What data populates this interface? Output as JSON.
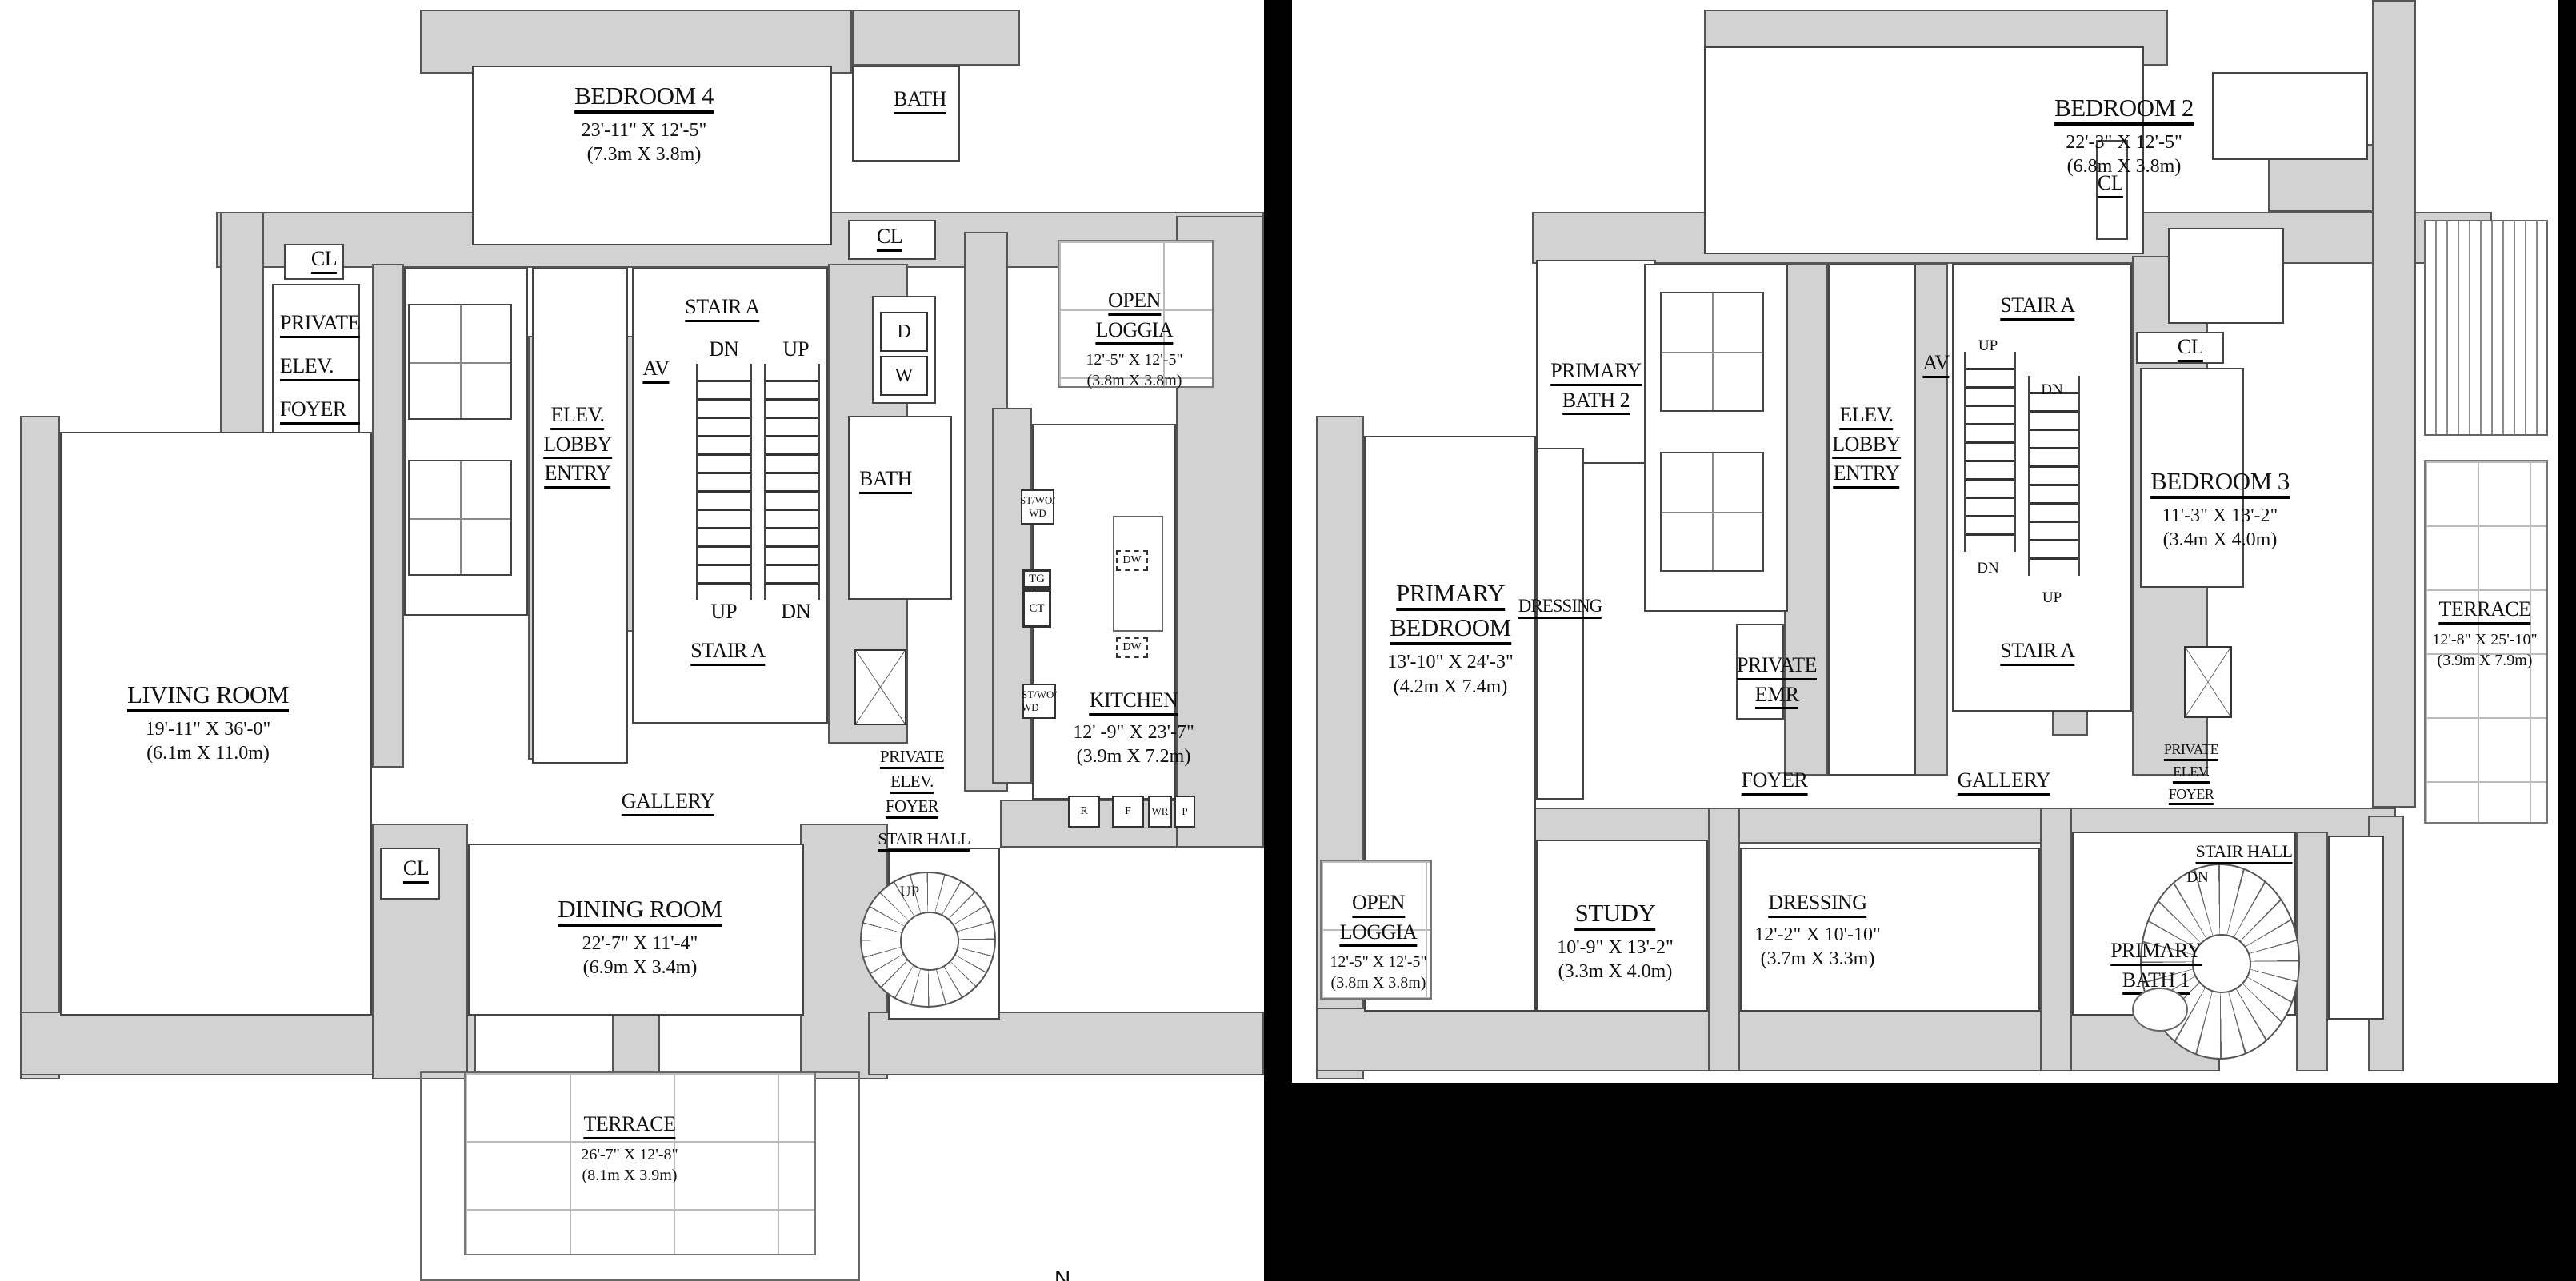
{
  "compass": {
    "label": "N"
  },
  "floor_a": {
    "rooms": {
      "bedroom4": {
        "name": "BEDROOM 4",
        "dim_ft": "23'-11\" X 12'-5\"",
        "dim_m": "(7.3m X 3.8m)"
      },
      "bath_top": {
        "name": "BATH"
      },
      "cl_top": {
        "name": "CL"
      },
      "cl_left": {
        "name": "CL"
      },
      "cl_dining": {
        "name": "CL"
      },
      "private_elev_foyer_left": {
        "line1": "PRIVATE",
        "line2": "ELEV.",
        "line3": "FOYER"
      },
      "elev_lobby": {
        "line1": "ELEV.",
        "line2": "LOBBY",
        "line3": "ENTRY"
      },
      "stair_a_top": {
        "name": "STAIR A"
      },
      "stair_a_bottom": {
        "name": "STAIR A"
      },
      "av": {
        "name": "AV"
      },
      "laundry": {
        "dryer": "D",
        "washer": "W"
      },
      "bath_mid": {
        "name": "BATH"
      },
      "open_loggia": {
        "line1": "OPEN",
        "line2": "LOGGIA",
        "dim_ft": "12'-5\" X 12'-5\"",
        "dim_m": "(3.8m X 3.8m)"
      },
      "kitchen": {
        "name": "KITCHEN",
        "dim_ft": "12' -9\" X 23'-7\"",
        "dim_m": "(3.9m X 7.2m)"
      },
      "living_room": {
        "name": "LIVING ROOM",
        "dim_ft": "19'-11\" X 36'-0\"",
        "dim_m": "(6.1m X 11.0m)"
      },
      "gallery": {
        "name": "GALLERY"
      },
      "private_elev_foyer_right": {
        "line1": "PRIVATE",
        "line2": "ELEV.",
        "line3": "FOYER"
      },
      "stair_hall": {
        "name": "STAIR HALL"
      },
      "dining_room": {
        "name": "DINING ROOM",
        "dim_ft": "22'-7\" X 11'-4\"",
        "dim_m": "(6.9m X 3.4m)"
      },
      "terrace": {
        "name": "TERRACE",
        "dim_ft": "26'-7\" X 12'-8\"",
        "dim_m": "(8.1m X 3.9m)"
      }
    },
    "stair_marks": {
      "dn_top": "DN",
      "up_top": "UP",
      "up_bottom": "UP",
      "dn_bottom": "DN",
      "spiral": "UP"
    },
    "appliances": {
      "st_wo_wd_1": "ST/WO/ WD",
      "tg": "TG",
      "ct": "CT",
      "st_wo_wd_2": "ST/WO/ WD",
      "dw_1": "DW",
      "dw_2": "DW",
      "r": "R",
      "f": "F",
      "wr": "WR",
      "p": "P"
    }
  },
  "floor_b": {
    "rooms": {
      "bedroom2": {
        "name": "BEDROOM 2",
        "dim_ft": "22'-3\" X 12'-5\"",
        "dim_m": "(6.8m X 3.8m)"
      },
      "cl_bed2": {
        "name": "CL"
      },
      "cl_bed3": {
        "name": "CL"
      },
      "primary_bath2": {
        "line1": "PRIMARY",
        "line2": "BATH 2"
      },
      "elev_lobby": {
        "line1": "ELEV.",
        "line2": "LOBBY",
        "line3": "ENTRY"
      },
      "av": {
        "name": "AV"
      },
      "stair_a_top": {
        "name": "STAIR A"
      },
      "stair_a_bottom": {
        "name": "STAIR A"
      },
      "bedroom3": {
        "name": "BEDROOM 3",
        "dim_ft": "11'-3\" X 13'-2\"",
        "dim_m": "(3.4m X 4.0m)"
      },
      "primary_bedroom": {
        "line1": "PRIMARY",
        "line2": "BEDROOM",
        "dim_ft": "13'-10\" X 24'-3\"",
        "dim_m": "(4.2m X 7.4m)"
      },
      "dressing_hall": {
        "name": "DRESSING"
      },
      "private_emr": {
        "line1": "PRIVATE",
        "line2": "EMR"
      },
      "terrace": {
        "name": "TERRACE",
        "dim_ft": "12'-8\" X 25'-10\"",
        "dim_m": "(3.9m X 7.9m)"
      },
      "foyer": {
        "name": "FOYER"
      },
      "gallery": {
        "name": "GALLERY"
      },
      "private_elev_foyer": {
        "line1": "PRIVATE",
        "line2": "ELEV.",
        "line3": "FOYER"
      },
      "stair_hall": {
        "name": "STAIR HALL"
      },
      "open_loggia": {
        "line1": "OPEN",
        "line2": "LOGGIA",
        "dim_ft": "12'-5\" X 12'-5\"",
        "dim_m": "(3.8m X 3.8m)"
      },
      "study": {
        "name": "STUDY",
        "dim_ft": "10'-9\" X 13'-2\"",
        "dim_m": "(3.3m X 4.0m)"
      },
      "dressing_room": {
        "name": "DRESSING",
        "dim_ft": "12'-2\" X 10'-10\"",
        "dim_m": "(3.7m X 3.3m)"
      },
      "primary_bath1": {
        "line1": "PRIMARY",
        "line2": "BATH 1"
      }
    },
    "stair_marks": {
      "up_top": "UP",
      "dn_top": "DN",
      "dn_bottom": "DN",
      "up_bottom": "UP",
      "spiral": "DN"
    }
  },
  "colors": {
    "wall": "#d2d2d2",
    "background": "#ffffff",
    "divider": "#000000"
  }
}
